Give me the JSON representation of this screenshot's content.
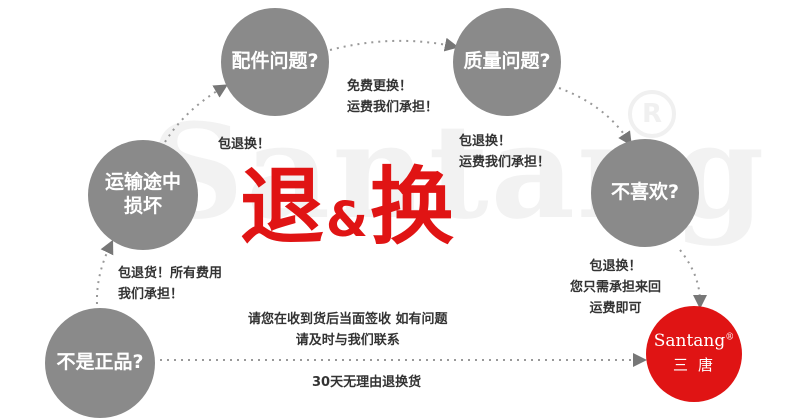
{
  "watermark": {
    "text": "Santang",
    "registered": "R"
  },
  "nodes": {
    "not_genuine": "不是正品?",
    "transit_damage": "运输途中损坏",
    "parts_issue": "配件问题?",
    "quality_issue": "质量问题?",
    "dislike": "不喜欢?"
  },
  "brand": {
    "name": "Santang",
    "registered": "®",
    "cn": "三唐"
  },
  "headline": {
    "left": "退",
    "amp": "&",
    "right": "换"
  },
  "notes": {
    "parts": [
      "免费更换！",
      "运费我们承担！"
    ],
    "transit": [
      "包退换！"
    ],
    "quality": [
      "包退换！",
      "运费我们承担！"
    ],
    "not_genuine": [
      "包退货！所有费用",
      "我们承担！"
    ],
    "dislike": [
      "包退换！",
      "您只需承担来回",
      "运费即可"
    ],
    "center": [
      "请您在收到货后当面签收 如有问题",
      "请及时与我们联系"
    ],
    "bottom": "30天无理由退换货"
  },
  "colors": {
    "node_gray": "#8a8a8a",
    "accent_red": "#e01414",
    "text_dark": "#333333"
  }
}
